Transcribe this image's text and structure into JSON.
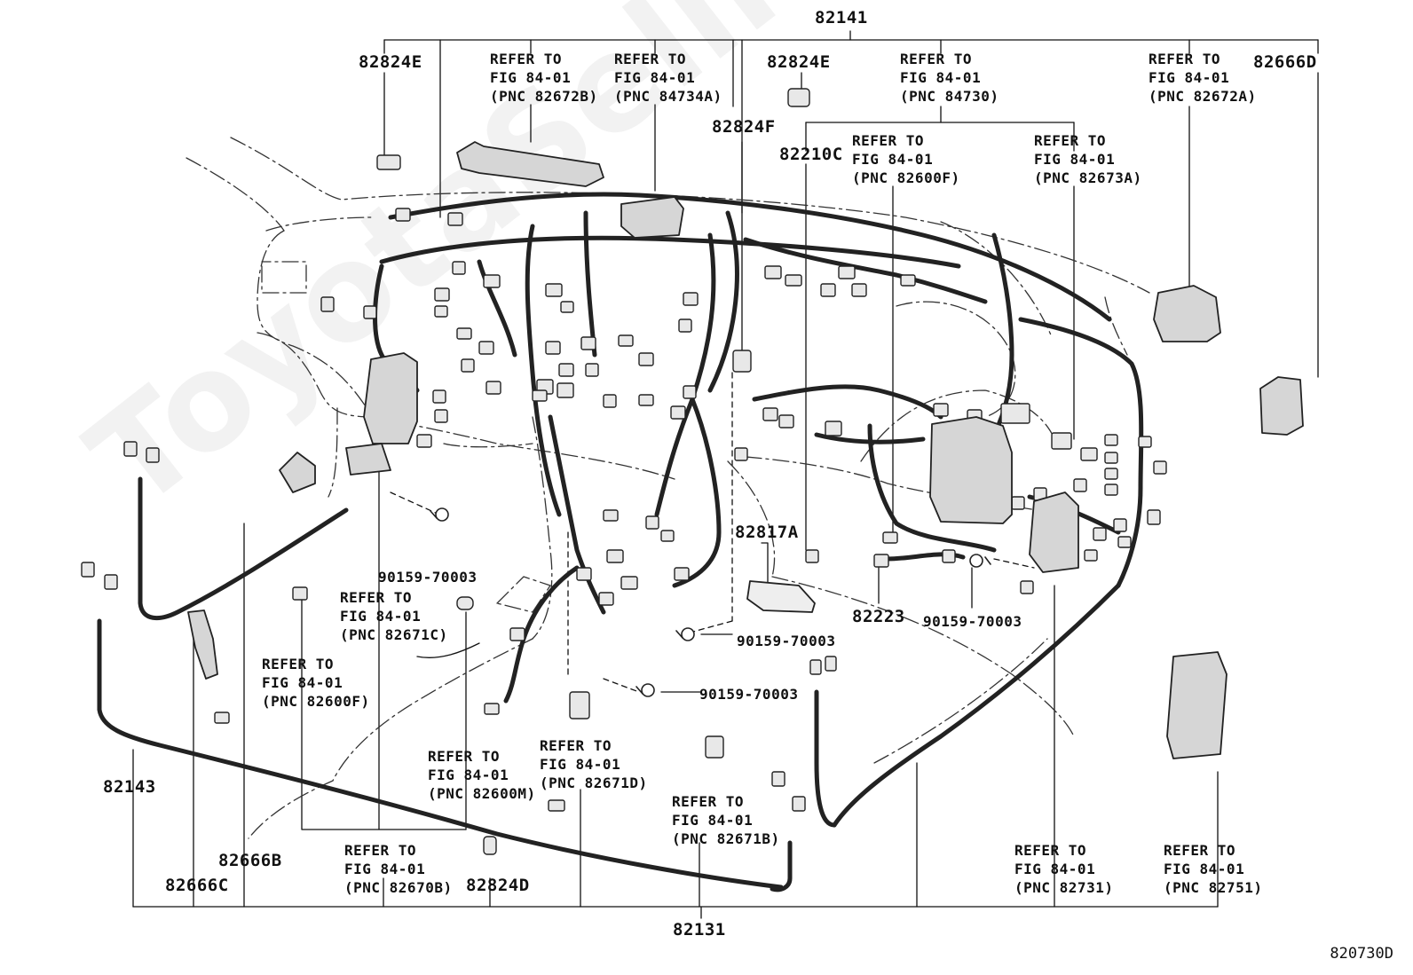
{
  "watermark": "ToyotaSellMore.ru",
  "diagram_id": "820730D",
  "part_numbers": {
    "p82141": "82141",
    "p82824E_left": "82824E",
    "p82824E_mid": "82824E",
    "p82666D": "82666D",
    "p82824F": "82824F",
    "p82210C": "82210C",
    "p82817A": "82817A",
    "p82223": "82223",
    "p90159_a": "90159-70003",
    "p90159_b": "90159-70003",
    "p90159_c": "90159-70003",
    "p90159_d": "90159-70003",
    "p82143": "82143",
    "p82666B": "82666B",
    "p82666C": "82666C",
    "p82824D": "82824D",
    "p82131": "82131"
  },
  "refs": [
    {
      "l1": "REFER TO",
      "l2": "FIG 84-01",
      "l3": "(PNC 82672B)"
    },
    {
      "l1": "REFER TO",
      "l2": "FIG 84-01",
      "l3": "(PNC 84734A)"
    },
    {
      "l1": "REFER TO",
      "l2": "FIG 84-01",
      "l3": "(PNC 84730)"
    },
    {
      "l1": "REFER TO",
      "l2": "FIG 84-01",
      "l3": "(PNC 82672A)"
    },
    {
      "l1": "REFER TO",
      "l2": "FIG 84-01",
      "l3": "(PNC 82600F)"
    },
    {
      "l1": "REFER TO",
      "l2": "FIG 84-01",
      "l3": "(PNC 82673A)"
    },
    {
      "l1": "REFER TO",
      "l2": "FIG 84-01",
      "l3": "(PNC 82671C)"
    },
    {
      "l1": "REFER TO",
      "l2": "FIG 84-01",
      "l3": "(PNC 82600F)"
    },
    {
      "l1": "REFER TO",
      "l2": "FIG 84-01",
      "l3": "(PNC 82600M)"
    },
    {
      "l1": "REFER TO",
      "l2": "FIG 84-01",
      "l3": "(PNC 82671D)"
    },
    {
      "l1": "REFER TO",
      "l2": "FIG 84-01",
      "l3": "(PNC 82671B)"
    },
    {
      "l1": "REFER TO",
      "l2": "FIG 84-01",
      "l3": "(PNC 82670B)"
    },
    {
      "l1": "REFER TO",
      "l2": "FIG 84-01",
      "l3": "(PNC 82731)"
    },
    {
      "l1": "REFER TO",
      "l2": "FIG 84-01",
      "l3": "(PNC 82751)"
    }
  ]
}
